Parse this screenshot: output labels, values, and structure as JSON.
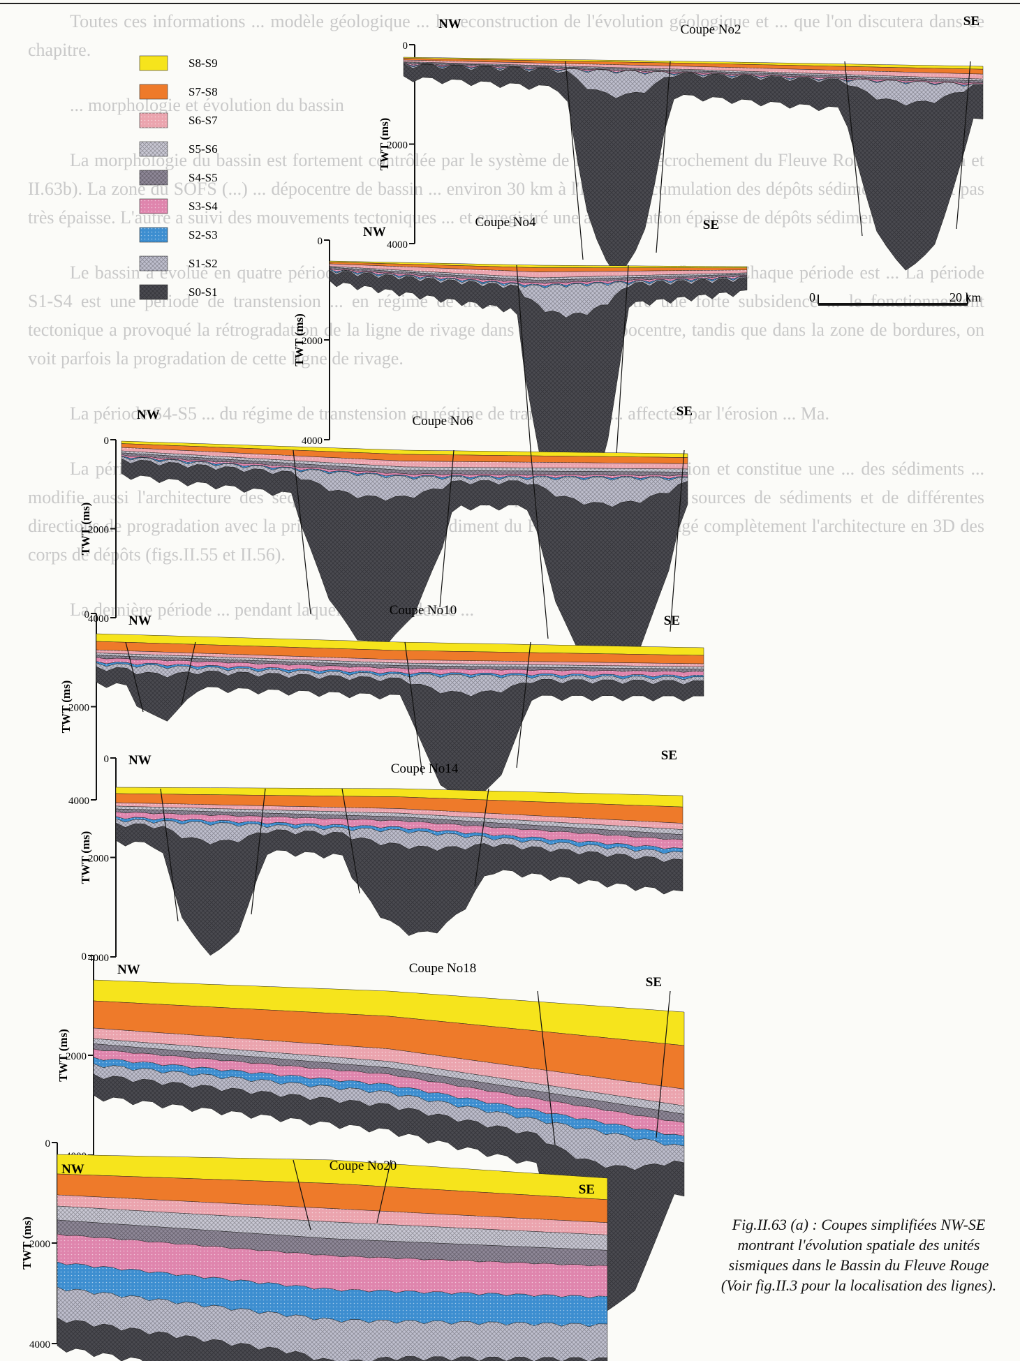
{
  "background_text": [
    "Toutes ces informations ... modèle géologique ... la reconstruction de l'évolution géologique et ... que l'on discutera dans ce chapitre.",
    "... morphologie et évolution du bassin",
    "La morphologie du bassin est fortement contrôlée par le système de failles de décrochement du Fleuve Rouge (figs.II.63a et II.63b). La zone du SOFS (...) ... dépocentre de bassin ... environ 30 km à l'Est et l'accumulation des dépôts sédimentaires n'est pas très épaisse. L'autre a suivi des mouvements tectoniques ... et enregistré une accumulation épaisse de dépôts sédimentaires.",
    "Le bassin a évolué en quatre périodes principales : syn-rift, post-rift, inversion et flexure. Chaque période est ... La période S1-S4 est une période de transtension ... en régime de transtension et enregistre une forte subsidence ... le fonctionnement tectonique a provoqué la rétrogradation de la ligne de rivage dans la zone du dépocentre, tandis que dans la zone de bordures, on voit parfois la progradation de cette ligne de rivage.",
    "La période S4-S5 ... du régime de transtension au régime de transpression ... affectés par l'érosion ... Ma.",
    "La période S5-S9 ... le profil de dépôt : la zone ... est devenue ... exposée à l'érosion et constitue une ... des sédiments ... modifie aussi l'architecture des séquences de dépôt. En fait, l'apparition de nouvelles sources de sédiments et de différentes directions de progradation avec la principale source de sédiment du Fleuve Rouge a changé complètement l'architecture en 3D des corps de dépôts (figs.II.55 et II.56).",
    "La dernière période ... pendant laquelle la subsidence ..."
  ],
  "legend": [
    {
      "label": "S8-S9",
      "color": "#f6e41c",
      "pattern": "none"
    },
    {
      "label": "S7-S8",
      "color": "#ee7a2a",
      "pattern": "none"
    },
    {
      "label": "S6-S7",
      "color": "#eba4ae",
      "pattern": "dots"
    },
    {
      "label": "S5-S6",
      "color": "#c9c8d4",
      "pattern": "cross"
    },
    {
      "label": "S4-S5",
      "color": "#8f8898",
      "pattern": "cross"
    },
    {
      "label": "S3-S4",
      "color": "#df85ad",
      "pattern": "dots"
    },
    {
      "label": "S2-S3",
      "color": "#3d8ed0",
      "pattern": "dots"
    },
    {
      "label": "S1-S2",
      "color": "#bfbfce",
      "pattern": "cross"
    },
    {
      "label": "S0-S1",
      "color": "#4a4a50",
      "pattern": "cross"
    }
  ],
  "common": {
    "nw": "NW",
    "se": "SE",
    "ylabel": "TWT (ms)"
  },
  "sections": [
    {
      "title": "Coupe No2",
      "ticks": [
        "0",
        "2000",
        "4000"
      ]
    },
    {
      "title": "Coupe No4",
      "ticks": [
        "0",
        "2000",
        "4000"
      ]
    },
    {
      "title": "Coupe No6",
      "ticks": [
        "0",
        "2000",
        "4000"
      ]
    },
    {
      "title": "Coupe No10",
      "ticks": [
        "0",
        "2000",
        "4000"
      ]
    },
    {
      "title": "Coupe No14",
      "ticks": [
        "0",
        "2000",
        "4000"
      ]
    },
    {
      "title": "Coupe No18",
      "ticks": [
        "0",
        "2000",
        "4000"
      ]
    },
    {
      "title": "Coupe No20",
      "ticks": [
        "0",
        "2000",
        "4000"
      ]
    }
  ],
  "scale_bar": {
    "start": "0",
    "end": "20 km"
  },
  "caption": [
    "Fig.II.63 (a) : Coupes simplifiées NW-SE",
    "montrant l'évolution spatiale des unités",
    "sismiques dans le Bassin du Fleuve Rouge",
    "(Voir fig.II.3 pour la localisation des lignes)."
  ]
}
